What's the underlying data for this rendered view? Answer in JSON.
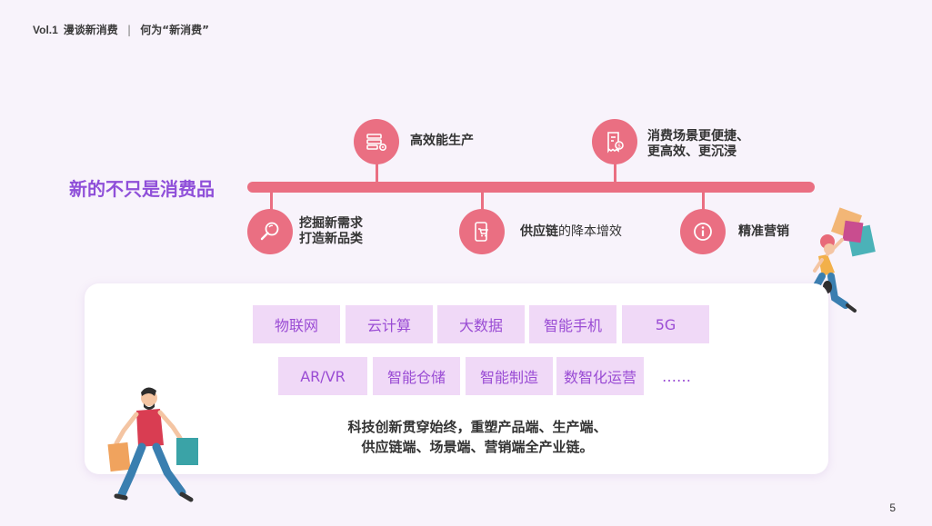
{
  "header": {
    "vol": "Vol.1",
    "section": "漫谈新消费",
    "separator": "|",
    "topic": "何为“新消费”"
  },
  "headline": "新的不只是消费品",
  "timeline": {
    "top": [
      {
        "text": "高效能生产",
        "icon": "server-gear-icon"
      },
      {
        "line1": "消费场景更便捷、",
        "line2": "更高效、更沉浸",
        "icon": "receipt-dollar-icon"
      }
    ],
    "bottom": [
      {
        "line1": "挖掘新需求",
        "line2": "打造新品类",
        "icon": "magnifier-icon"
      },
      {
        "bold": "供应链",
        "rest": "的降本增效",
        "icon": "phone-cart-icon"
      },
      {
        "text": "精准营销",
        "icon": "info-icon"
      }
    ]
  },
  "tags_row1": [
    "物联网",
    "云计算",
    "大数据",
    "智能手机",
    "5G"
  ],
  "tags_row2": [
    "AR/VR",
    "智能仓储",
    "智能制造",
    "数智化运营",
    "……"
  ],
  "summary": {
    "line1": "科技创新贯穿始终，重塑产品端、生产端、",
    "line2": "供应链端、场景端、营销端全产业链。"
  },
  "page_number": "5",
  "colors": {
    "accent": "#ea6f82",
    "purple": "#8f4fd9",
    "tag_bg": "#f0d9f7"
  }
}
